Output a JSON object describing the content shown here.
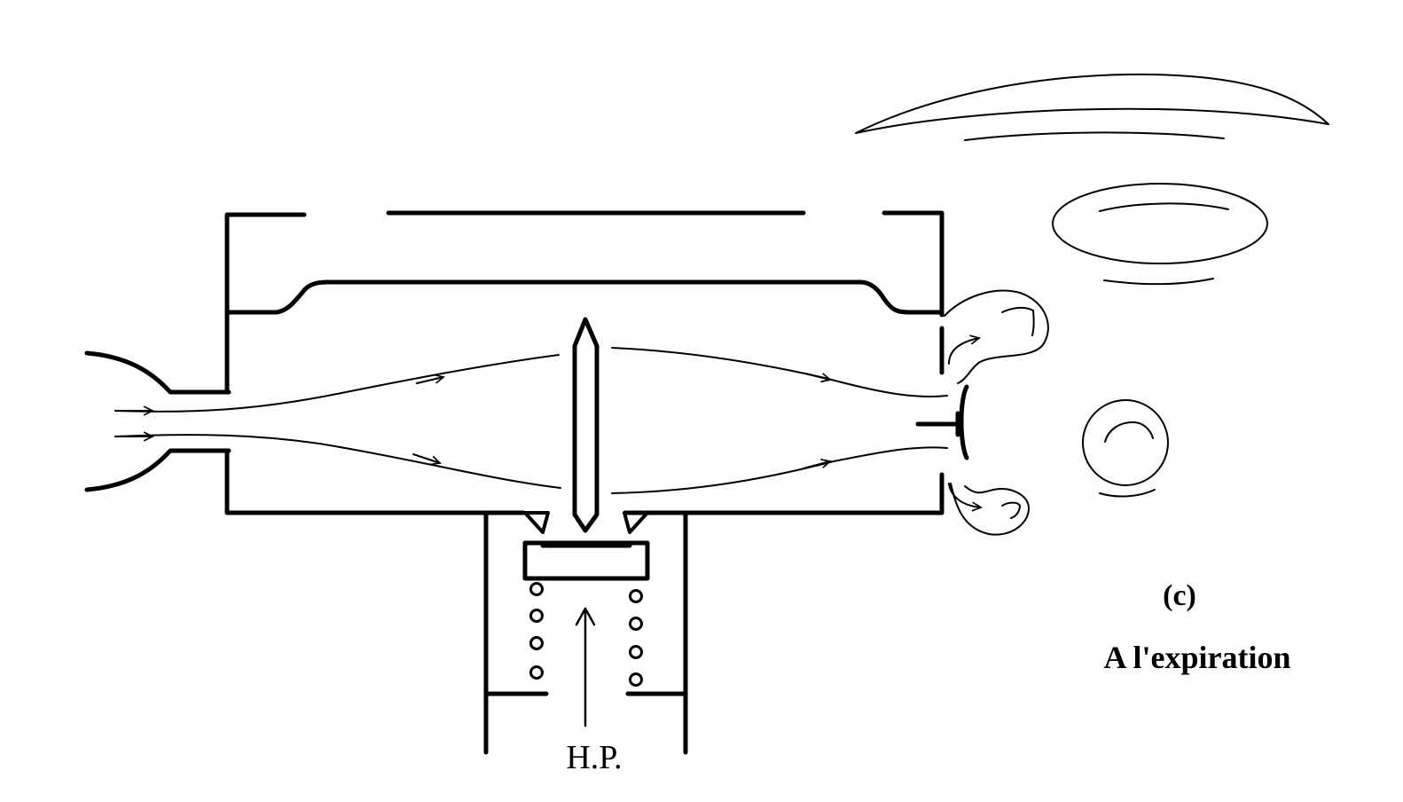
{
  "labels": {
    "pressure": "H.P.",
    "panel": "(c)",
    "phase": "A l'expiration"
  },
  "colors": {
    "ink": "#000000",
    "background": "#ffffff"
  }
}
